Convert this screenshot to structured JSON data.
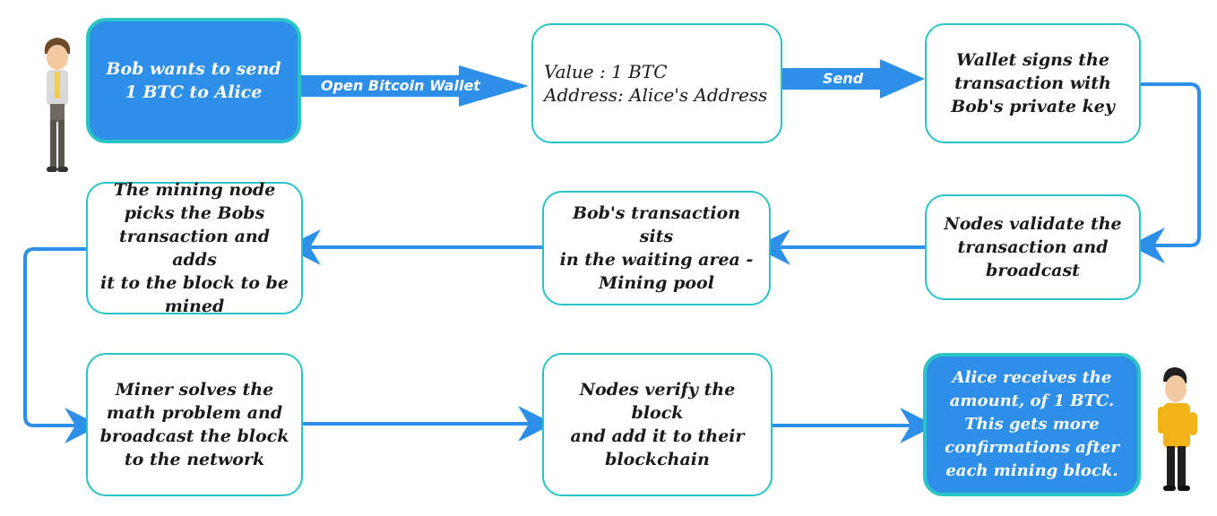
{
  "diagram": {
    "nodes": {
      "bob_wants": "Bob wants to send\n1 BTC to Alice",
      "value_address": "Value : 1 BTC\nAddress: Alice's Address",
      "wallet_signs": "Wallet signs the\ntransaction with\nBob's private key",
      "nodes_validate": "Nodes validate the\ntransaction and\nbroadcast",
      "mining_pool": "Bob's transaction sits\nin the waiting area -\nMining pool",
      "mining_node": "The mining node\npicks the Bobs\ntransaction and adds\nit to the block to be\nmined",
      "miner_solves": "Miner solves the\nmath problem and\nbroadcast the block\nto the network",
      "nodes_verify": "Nodes verify the block\nand add it to their\nblockchain",
      "alice_receives": "Alice receives the\namount, of 1 BTC.\nThis gets more\nconfirmations after\neach mining block."
    },
    "edge_labels": {
      "open_wallet": "Open Bitcoin Wallet",
      "send": "Send"
    },
    "colors": {
      "node_border": "#2ac4c4",
      "filled_node": "#2e8fe8",
      "arrow": "#2e8fe8"
    },
    "icons": [
      "bob-figure-icon",
      "alice-figure-icon"
    ]
  }
}
